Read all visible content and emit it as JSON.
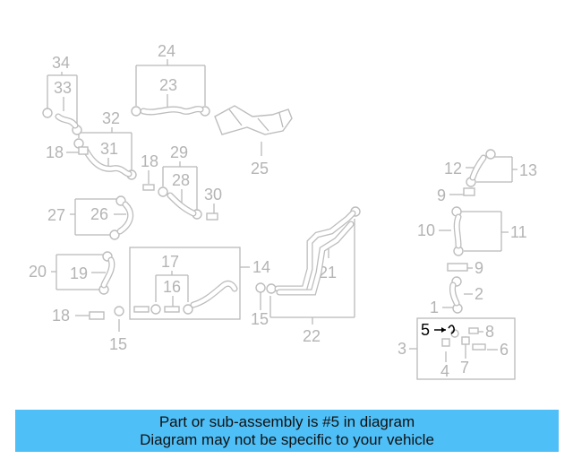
{
  "diagram": {
    "callouts": [
      "34",
      "33",
      "24",
      "23",
      "32",
      "31",
      "18",
      "29",
      "28",
      "30",
      "25",
      "12",
      "13",
      "9",
      "27",
      "26",
      "10",
      "11",
      "20",
      "19",
      "17",
      "16",
      "14",
      "21",
      "2",
      "1",
      "15",
      "22",
      "5",
      "8",
      "3",
      "6",
      "4",
      "7"
    ],
    "highlighted": "5",
    "colors": {
      "part_lines": "#b9b9b9",
      "label": "#b4b4b4",
      "highlight": "#000000"
    }
  },
  "caption": {
    "line1": "Part or sub-assembly is #5 in diagram",
    "line2": "Diagram may not be specific to your vehicle",
    "background": "#4fbff7"
  }
}
